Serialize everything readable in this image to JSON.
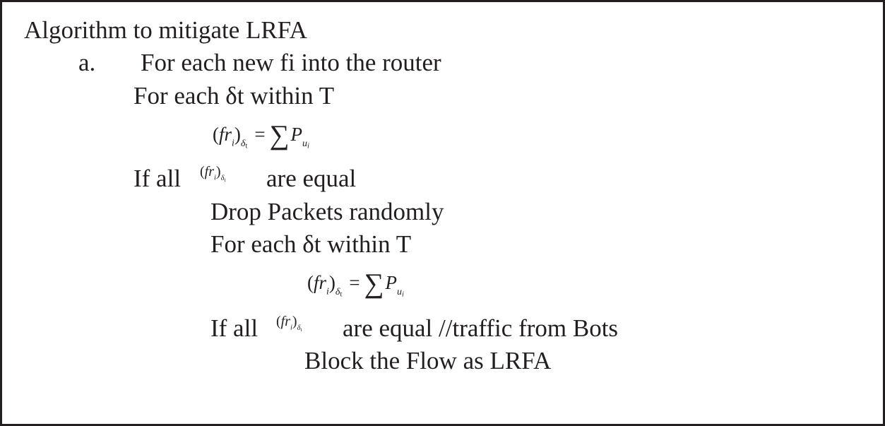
{
  "algorithm": {
    "title": "Algorithm to mitigate LRFA",
    "step_label": "a.",
    "step_text": "For each new fi into the router",
    "for_each_1": "For each δt within T",
    "formula": {
      "lhs_base": "fr",
      "lhs_index": "i",
      "lhs_sub": "δ",
      "lhs_subsub": "t",
      "equals": "=",
      "sum_symbol": "∑",
      "rhs_base": "P",
      "rhs_sub": "u",
      "rhs_subsub": "i"
    },
    "if_all_prefix": "If all",
    "are_equal": "are equal",
    "drop_packets": "Drop Packets randomly",
    "for_each_2": "For each δt within T",
    "are_equal_comment": "are equal  //traffic from Bots",
    "block_flow": "Block the Flow as LRFA"
  }
}
